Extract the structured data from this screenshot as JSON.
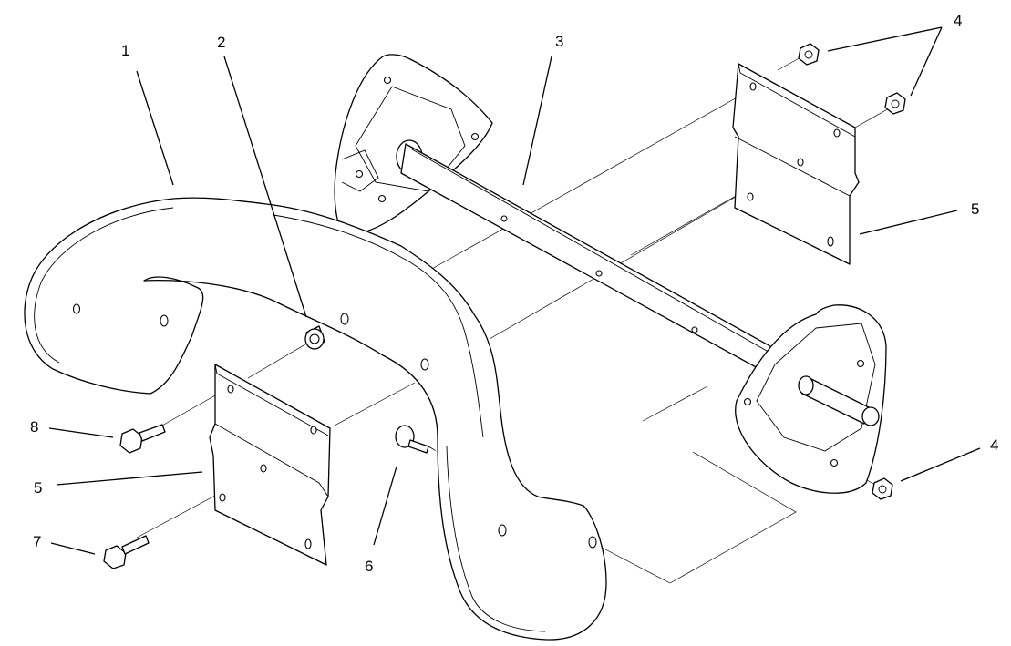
{
  "callouts": {
    "c1": "1",
    "c2": "2",
    "c3": "3",
    "c4a": "4",
    "c4b": "4",
    "c5a": "5",
    "c5b": "5",
    "c6": "6",
    "c7": "7",
    "c8": "8"
  }
}
